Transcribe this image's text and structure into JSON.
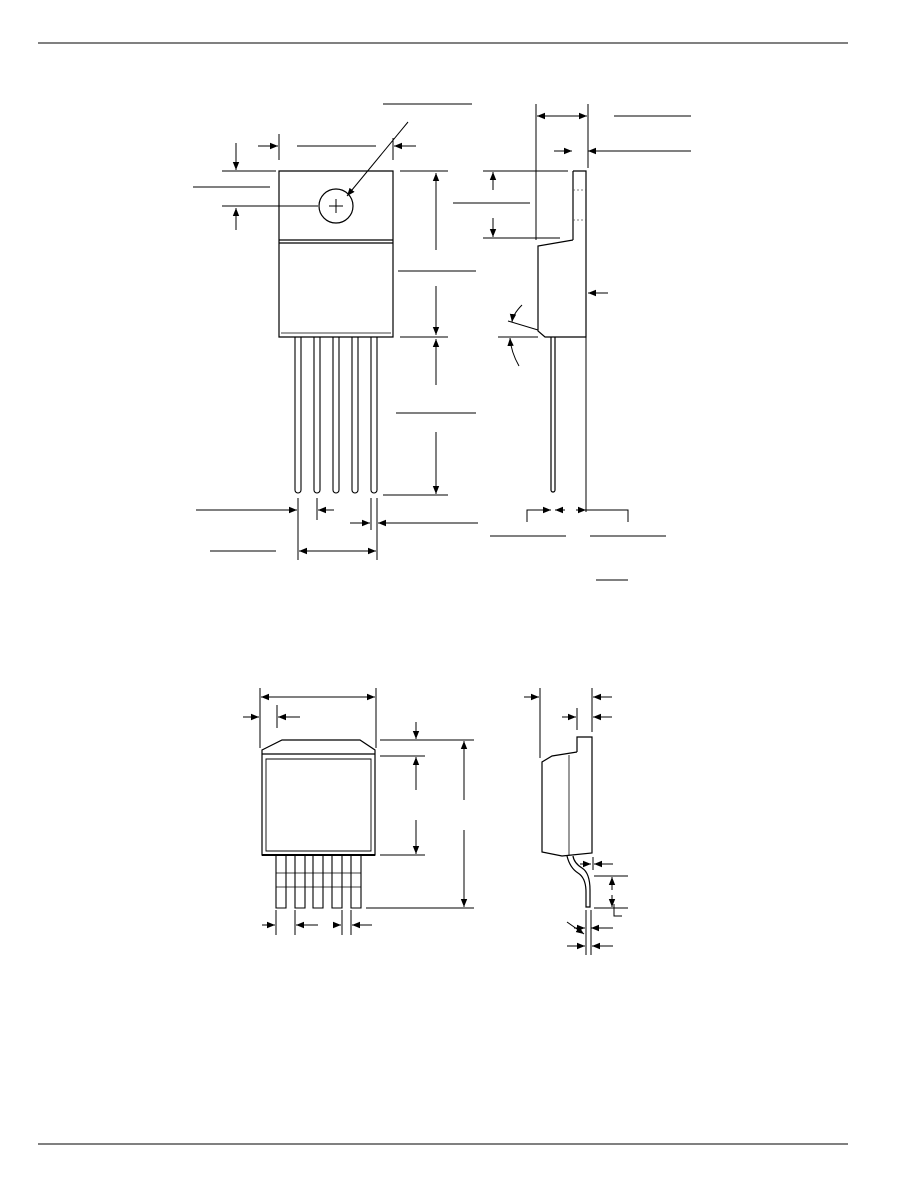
{
  "page": {
    "background": "#ffffff",
    "ink": "#000000",
    "dash": "#555555"
  },
  "drawings": [
    {
      "name": "to220-front-view",
      "kind": "front view"
    },
    {
      "name": "to220-side-view",
      "kind": "side view"
    },
    {
      "name": "to263-front-view",
      "kind": "front view"
    },
    {
      "name": "to263-side-view",
      "kind": "side view"
    }
  ]
}
